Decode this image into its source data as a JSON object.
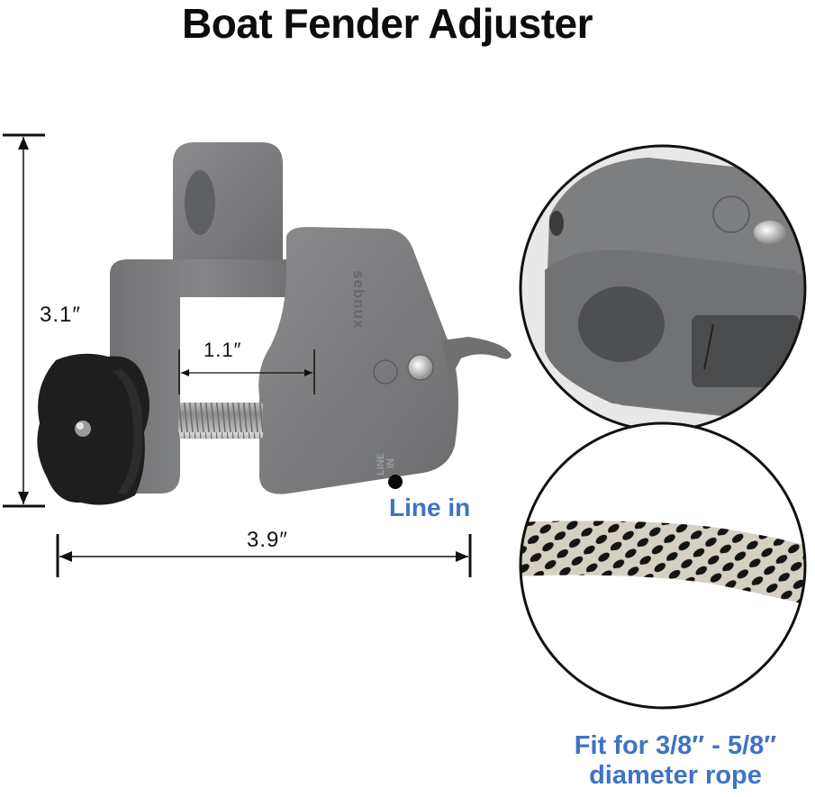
{
  "title": "Boat Fender Adjuster",
  "dimensions": {
    "height": "3.1″",
    "width": "3.9″",
    "gap": "1.1″"
  },
  "product": {
    "brand_embossed": "sebnux",
    "embossed_label_line1": "LINE",
    "embossed_label_line2": "IN"
  },
  "callouts": {
    "line_in": "Line in",
    "rope_fit_line1": "Fit for 3/8″ - 5/8″",
    "rope_fit_line2": "diameter rope"
  },
  "detail_circles": [
    {
      "name": "line-in-hole-closeup",
      "depicts": "close-up of line-in holes"
    },
    {
      "name": "rope-closeup",
      "depicts": "braided black and beige rope"
    }
  ],
  "colors": {
    "accent_blue": "#3f73c4",
    "product_gray": "#7a7b7d",
    "knob_black": "#1e1e1e",
    "text_black": "#0d0d0d"
  }
}
